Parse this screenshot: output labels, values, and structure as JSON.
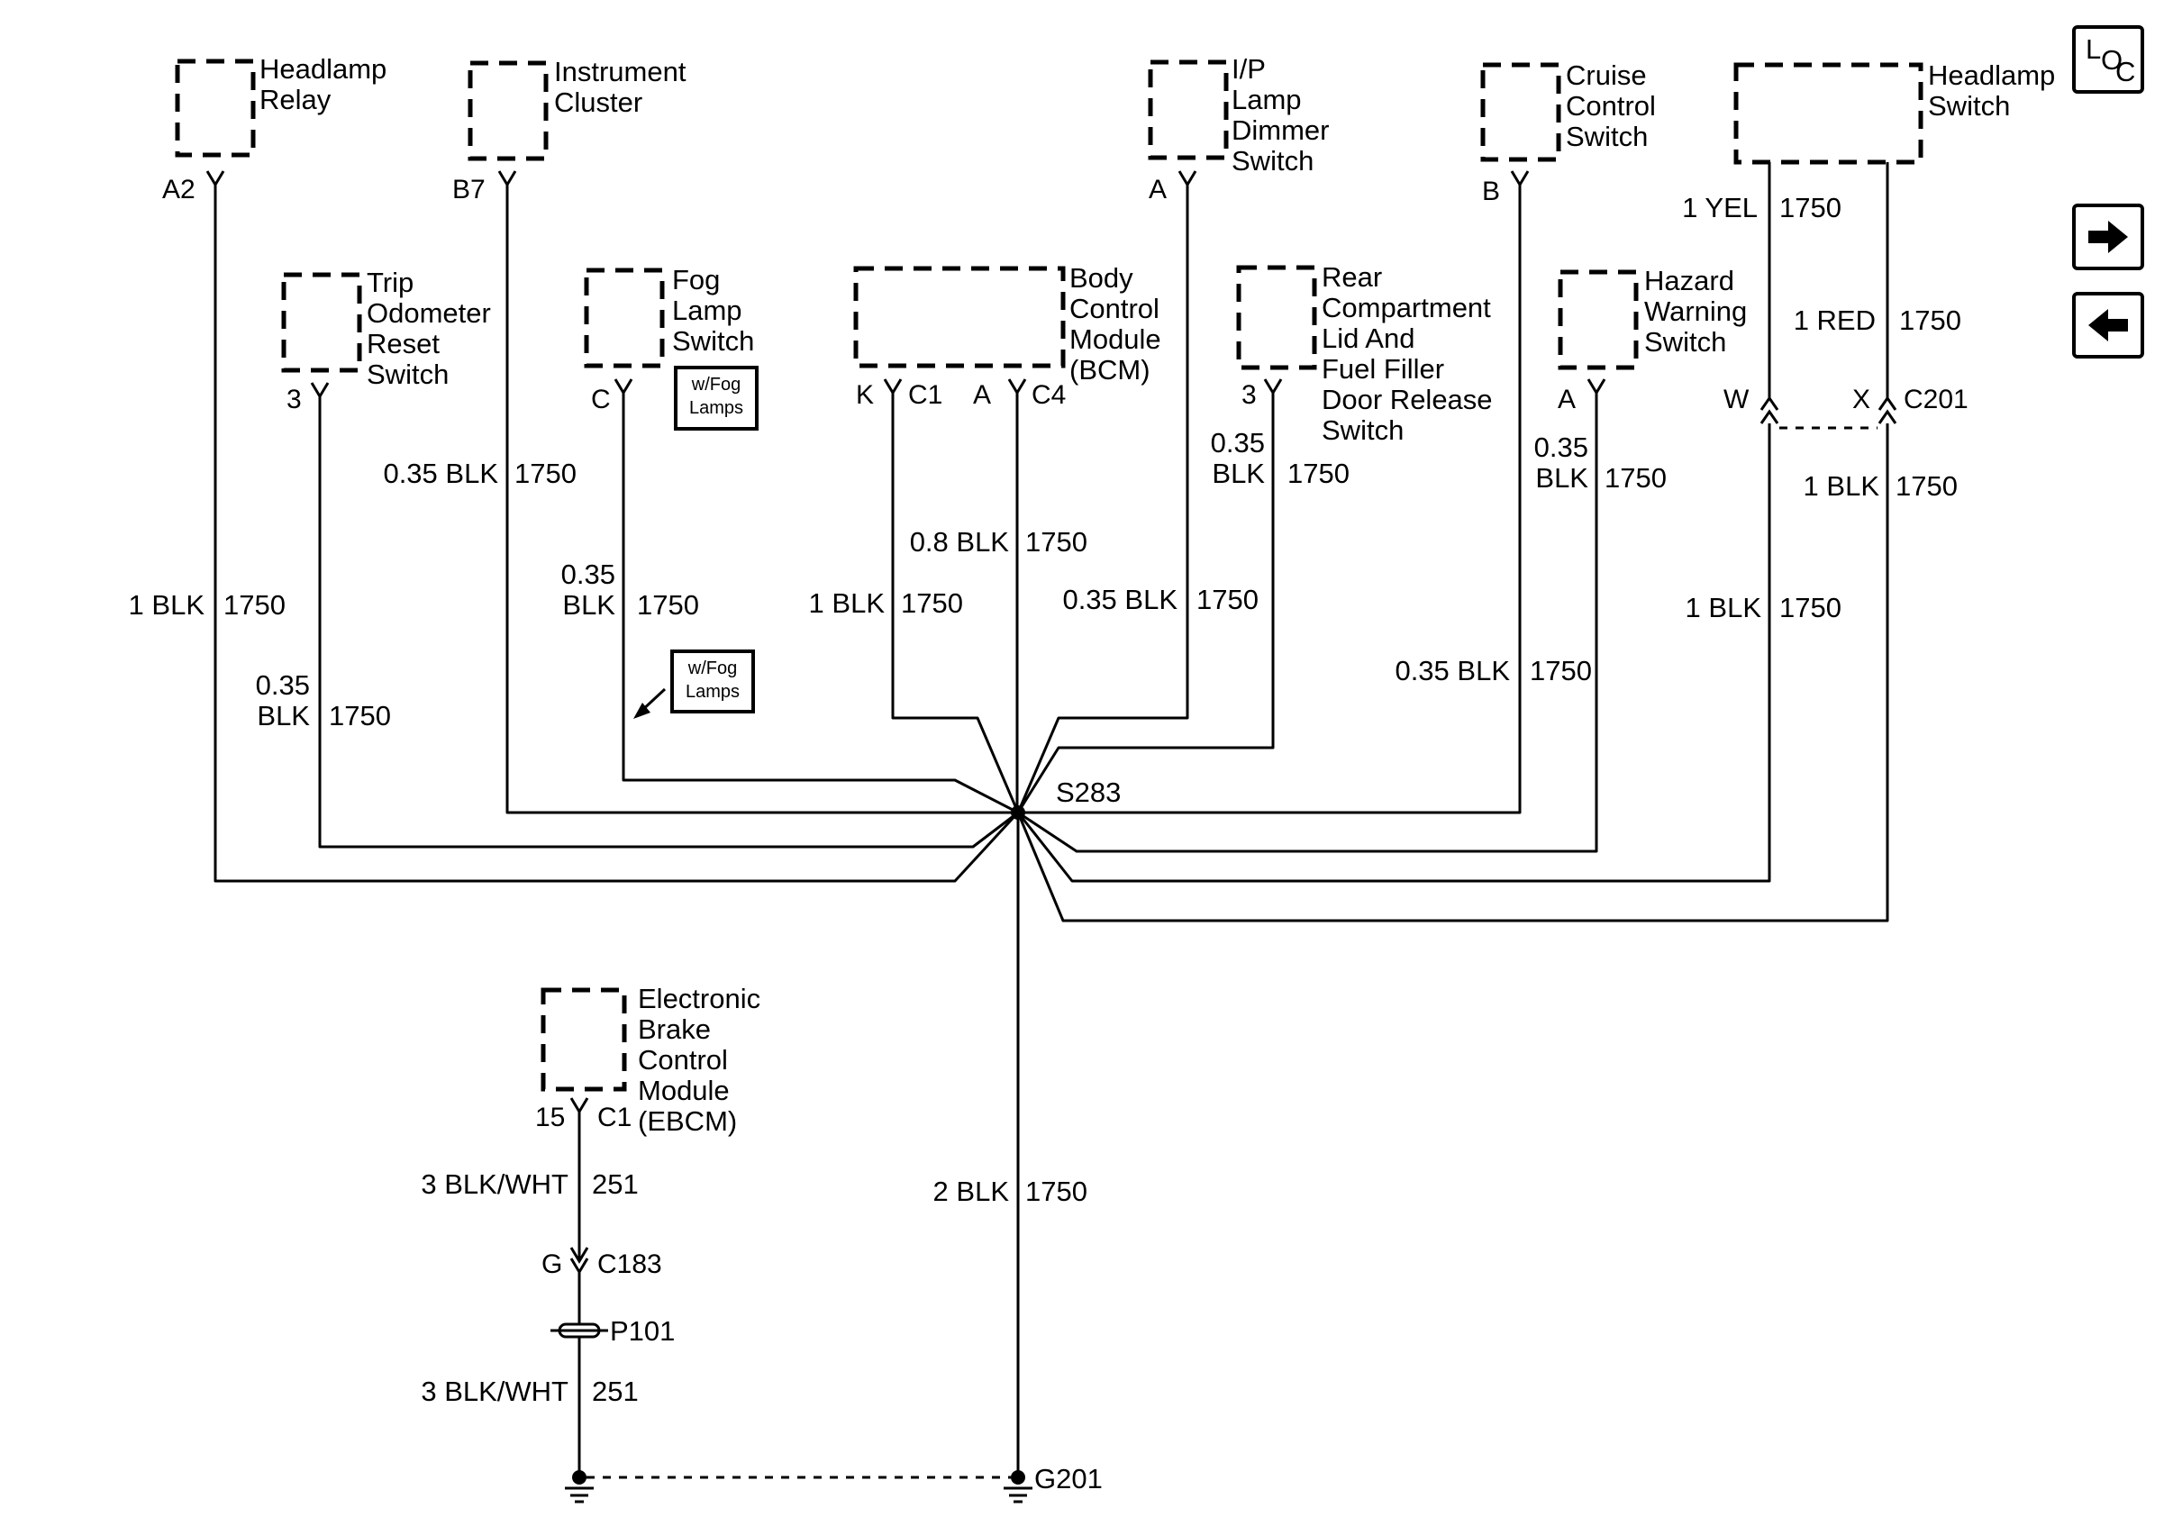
{
  "components": {
    "headlamp_relay": [
      "Headlamp",
      "Relay"
    ],
    "instrument_cluster": [
      "Instrument",
      "Cluster"
    ],
    "ip_lamp_dimmer": [
      "I/P",
      "Lamp",
      "Dimmer",
      "Switch"
    ],
    "cruise_control": [
      "Cruise",
      "Control",
      "Switch"
    ],
    "headlamp_switch": [
      "Headlamp",
      "Switch"
    ],
    "trip_odometer": [
      "Trip",
      "Odometer",
      "Reset",
      "Switch"
    ],
    "fog_lamp_switch": [
      "Fog",
      "Lamp",
      "Switch"
    ],
    "bcm": [
      "Body",
      "Control",
      "Module",
      "(BCM)"
    ],
    "rear_compartment": [
      "Rear",
      "Compartment",
      "Lid And",
      "Fuel Filler",
      "Door Release",
      "Switch"
    ],
    "hazard_warning": [
      "Hazard",
      "Warning",
      "Switch"
    ],
    "ebcm": [
      "Electronic",
      "Brake",
      "Control",
      "Module",
      "(EBCM)"
    ]
  },
  "pins": {
    "headlamp_relay": "A2",
    "instrument_cluster": "B7",
    "ip_lamp_dimmer": "A",
    "cruise_control": "B",
    "trip_odometer": "3",
    "fog_lamp_switch": "C",
    "bcm_k": "K",
    "bcm_c1": "C1",
    "bcm_a": "A",
    "bcm_c4": "C4",
    "rear_compartment": "3",
    "hazard_warning": "A",
    "headlamp_switch_w": "W",
    "headlamp_switch_x": "X",
    "c201": "C201",
    "ebcm_pin": "15",
    "ebcm_conn": "C1",
    "c183_pin": "G",
    "c183": "C183"
  },
  "wires": {
    "headlamp_relay": {
      "color": "1 BLK",
      "circuit": "1750"
    },
    "instrument_cluster": {
      "color": "0.35 BLK",
      "circuit": "1750"
    },
    "trip_odometer": {
      "size": "0.35",
      "color": "BLK",
      "circuit": "1750"
    },
    "fog_lamp": {
      "size": "0.35",
      "color": "BLK",
      "circuit": "1750"
    },
    "bcm_k": {
      "color": "1 BLK",
      "circuit": "1750"
    },
    "bcm_c4": {
      "color": "0.8 BLK",
      "circuit": "1750"
    },
    "ip_dimmer": {
      "color": "0.35 BLK",
      "circuit": "1750"
    },
    "rear_compartment": {
      "size": "0.35",
      "color": "BLK",
      "circuit": "1750"
    },
    "cruise": {
      "color": "0.35 BLK",
      "circuit": "1750"
    },
    "hazard": {
      "size": "0.35",
      "color": "BLK",
      "circuit": "1750"
    },
    "headlamp_sw_yel": {
      "color": "1 YEL",
      "circuit": "1750"
    },
    "headlamp_sw_red": {
      "color": "1 RED",
      "circuit": "1750"
    },
    "headlamp_w_blk": {
      "color": "1 BLK",
      "circuit": "1750"
    },
    "headlamp_x_blk": {
      "color": "1 BLK",
      "circuit": "1750"
    },
    "ground_main": {
      "color": "2 BLK",
      "circuit": "1750"
    },
    "ebcm_upper": {
      "color": "3 BLK/WHT",
      "circuit": "251"
    },
    "ebcm_lower": {
      "color": "3 BLK/WHT",
      "circuit": "251"
    }
  },
  "options": {
    "fog_lamps_1": [
      "w/Fog",
      "Lamps"
    ],
    "fog_lamps_2": [
      "w/Fog",
      "Lamps"
    ]
  },
  "splice": "S283",
  "pass_through": "P101",
  "ground": "G201",
  "nav": {
    "loc_letters": [
      "L",
      "O",
      "C"
    ],
    "next_icon": "arrow-right-icon",
    "prev_icon": "arrow-left-icon"
  }
}
